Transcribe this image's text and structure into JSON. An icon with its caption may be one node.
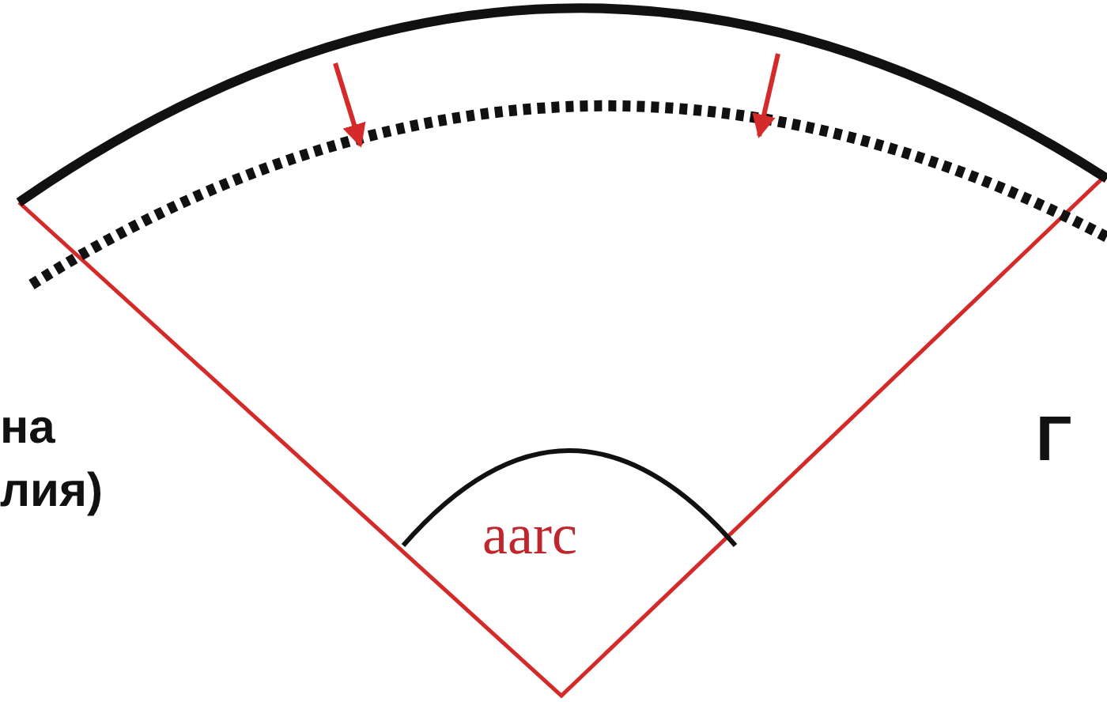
{
  "diagram": {
    "labels": [
      "на",
      "лия)",
      "Г",
      "aarc"
    ]
  }
}
